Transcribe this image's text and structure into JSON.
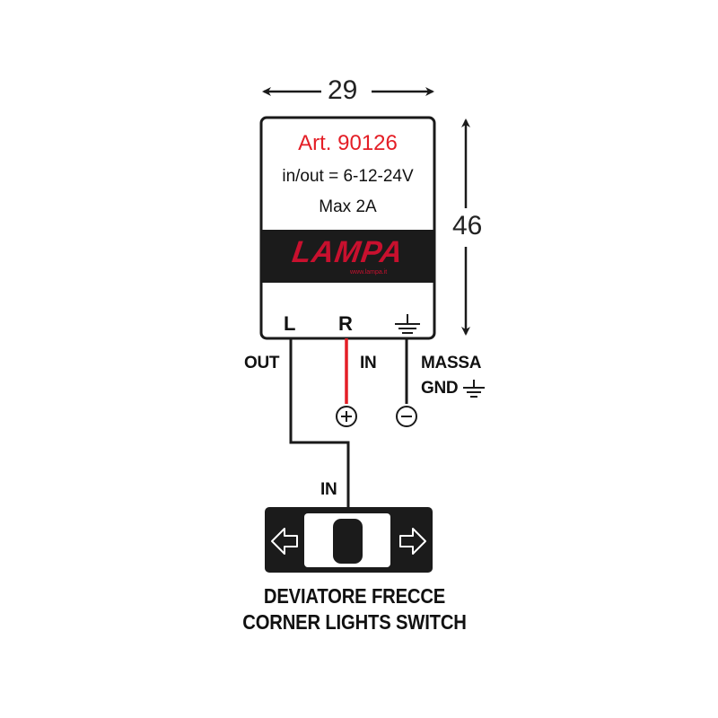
{
  "dimensions": {
    "width": "29",
    "height": "46"
  },
  "module": {
    "article": "Art. 90126",
    "voltage": "in/out = 6-12-24V",
    "max_current": "Max 2A",
    "brand": "LAMPA",
    "brand_url": "www.lampa.it"
  },
  "terminals": {
    "left": "L",
    "right": "R",
    "ground": "ground-symbol"
  },
  "wire_labels": {
    "out": "OUT",
    "in": "IN",
    "massa": "MASSA",
    "gnd": "GND",
    "switch_in": "IN"
  },
  "polarity": {
    "positive": "+",
    "negative": "−"
  },
  "colors": {
    "positive_wire": "#e41e26",
    "accent_text": "#e41e26",
    "wire": "#1a1a1a",
    "switch_body": "#1b1b1b"
  },
  "switch": {
    "left_arrow": "left-arrow-icon",
    "right_arrow": "right-arrow-icon"
  },
  "caption": {
    "line1": "DEVIATORE FRECCE",
    "line2": "CORNER LIGHTS SWITCH"
  }
}
